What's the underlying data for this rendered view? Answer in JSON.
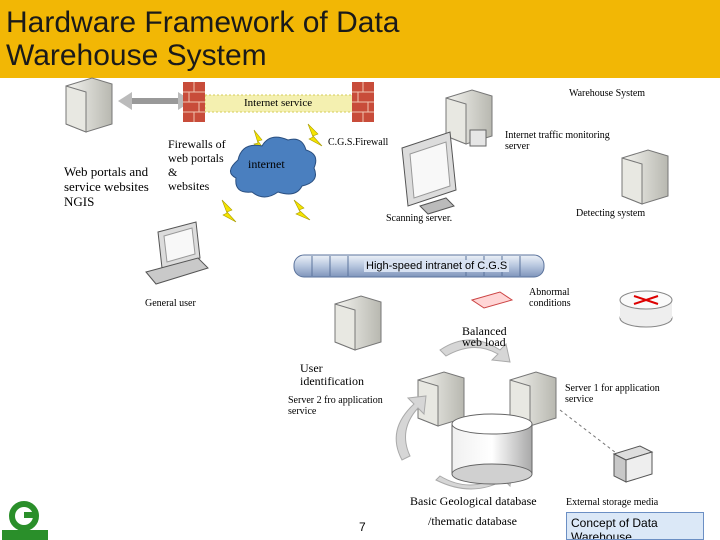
{
  "title": "Hardware Framework of Data\nWarehouse System",
  "warehouse_system": "Warehouse System",
  "internet_service": "Internet service",
  "firewalls_label": "Firewalls of\nweb portals\n&\nwebsites",
  "web_portals_label": "Web portals and\nservice websites\nNGIS",
  "cgs_firewall": "C.G.S.Firewall",
  "internet": "internet",
  "traffic_server": "Internet traffic monitoring\nserver",
  "detecting_system": "Detecting system",
  "scanning_server": "Scanning server.",
  "intranet": "High-speed intranet of C.G.S",
  "general_user": "General user",
  "abnormal_conditions": "Abnormal\nconditions",
  "balanced_load": "Balanced\nweb load",
  "user_identification": "User\nidentification",
  "server1": "Server 1 for application\nservice",
  "server2": "Server 2 fro application\nservice",
  "basic_db": "Basic Geological database",
  "thematic_db": "/thematic database",
  "external_storage": "External storage media",
  "page_number": "7",
  "concept": "Concept of Data Warehouse",
  "colors": {
    "title_bar": "#f2b705",
    "cloud": "#4a7fbf",
    "intranet": "#c9d6ea"
  }
}
